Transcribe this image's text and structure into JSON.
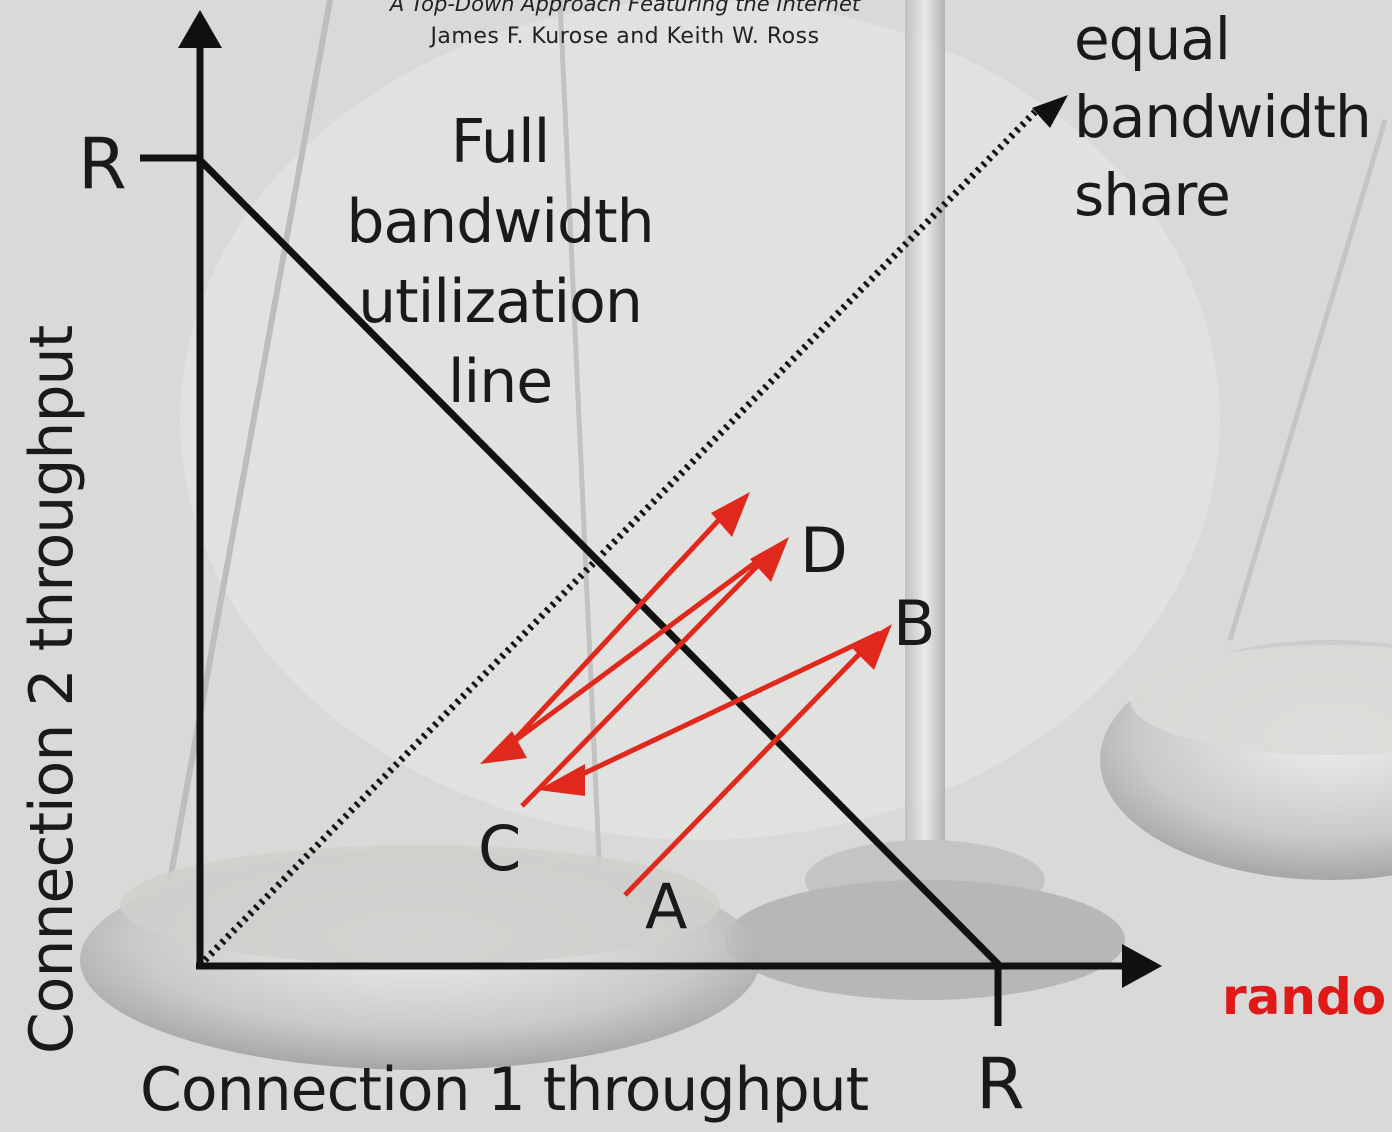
{
  "credit": {
    "book_title": "A Top-Down Approach Featuring the Internet",
    "authors": "James F. Kurose and Keith W. Ross"
  },
  "axes": {
    "y_label": "Connection 2 throughput",
    "x_label": "Connection 1 throughput",
    "y_max_label": "R",
    "x_max_label": "R"
  },
  "annotations": {
    "full_utilization": [
      "Full",
      "bandwidth",
      "utilization",
      "line"
    ],
    "equal_share": [
      "equal",
      "bandwidth",
      "share"
    ],
    "random": "rando"
  },
  "points": {
    "A": "A",
    "B": "B",
    "C": "C",
    "D": "D"
  },
  "colors": {
    "axis": "#111111",
    "arrows": "#e0281c",
    "random_text": "#e01818",
    "background": "#d7d7d5"
  }
}
